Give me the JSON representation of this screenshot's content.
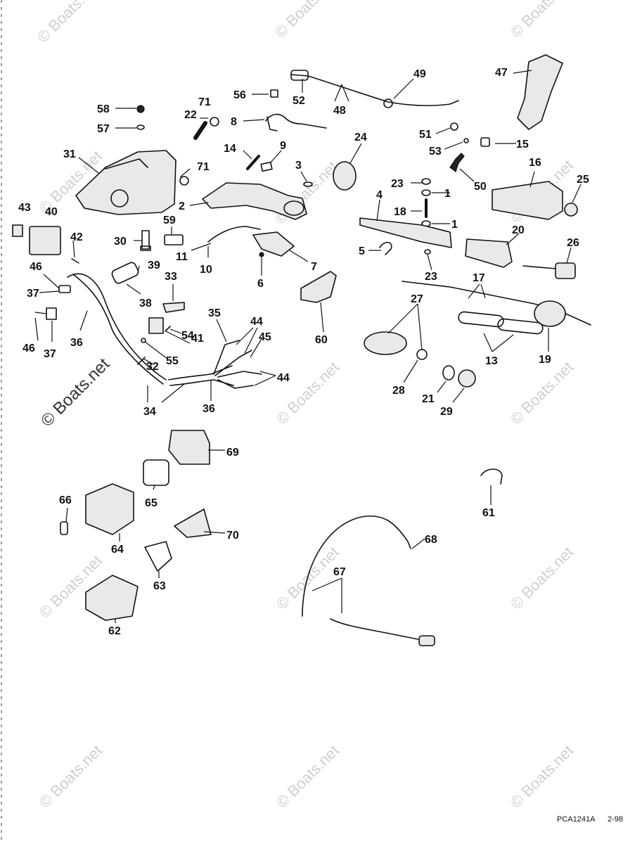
{
  "watermark": "© Boats.net",
  "drawing_code": "PCA1241A",
  "drawing_date": "2-98",
  "part_labels": [
    {
      "id": "l1",
      "text": "1"
    },
    {
      "id": "l1b",
      "text": "1"
    },
    {
      "id": "l2",
      "text": "2"
    },
    {
      "id": "l3",
      "text": "3"
    },
    {
      "id": "l4",
      "text": "4"
    },
    {
      "id": "l5",
      "text": "5"
    },
    {
      "id": "l6",
      "text": "6"
    },
    {
      "id": "l7",
      "text": "7"
    },
    {
      "id": "l8",
      "text": "8"
    },
    {
      "id": "l9",
      "text": "9"
    },
    {
      "id": "l10",
      "text": "10"
    },
    {
      "id": "l11",
      "text": "11"
    },
    {
      "id": "l13",
      "text": "13"
    },
    {
      "id": "l14",
      "text": "14"
    },
    {
      "id": "l15",
      "text": "15"
    },
    {
      "id": "l16",
      "text": "16"
    },
    {
      "id": "l17",
      "text": "17"
    },
    {
      "id": "l18",
      "text": "18"
    },
    {
      "id": "l19",
      "text": "19"
    },
    {
      "id": "l20",
      "text": "20"
    },
    {
      "id": "l21",
      "text": "21"
    },
    {
      "id": "l22",
      "text": "22"
    },
    {
      "id": "l23",
      "text": "23"
    },
    {
      "id": "l23b",
      "text": "23"
    },
    {
      "id": "l24",
      "text": "24"
    },
    {
      "id": "l25",
      "text": "25"
    },
    {
      "id": "l26",
      "text": "26"
    },
    {
      "id": "l27",
      "text": "27"
    },
    {
      "id": "l28",
      "text": "28"
    },
    {
      "id": "l29",
      "text": "29"
    },
    {
      "id": "l30",
      "text": "30"
    },
    {
      "id": "l31",
      "text": "31"
    },
    {
      "id": "l32",
      "text": "32"
    },
    {
      "id": "l33",
      "text": "33"
    },
    {
      "id": "l34",
      "text": "34"
    },
    {
      "id": "l35",
      "text": "35"
    },
    {
      "id": "l36",
      "text": "36"
    },
    {
      "id": "l36b",
      "text": "36"
    },
    {
      "id": "l37",
      "text": "37"
    },
    {
      "id": "l37b",
      "text": "37"
    },
    {
      "id": "l38",
      "text": "38"
    },
    {
      "id": "l39",
      "text": "39"
    },
    {
      "id": "l40",
      "text": "40"
    },
    {
      "id": "l41",
      "text": "41"
    },
    {
      "id": "l42",
      "text": "42"
    },
    {
      "id": "l43",
      "text": "43"
    },
    {
      "id": "l44",
      "text": "44"
    },
    {
      "id": "l44b",
      "text": "44"
    },
    {
      "id": "l45",
      "text": "45"
    },
    {
      "id": "l46",
      "text": "46"
    },
    {
      "id": "l46b",
      "text": "46"
    },
    {
      "id": "l47",
      "text": "47"
    },
    {
      "id": "l48",
      "text": "48"
    },
    {
      "id": "l49",
      "text": "49"
    },
    {
      "id": "l50",
      "text": "50"
    },
    {
      "id": "l51",
      "text": "51"
    },
    {
      "id": "l52",
      "text": "52"
    },
    {
      "id": "l53",
      "text": "53"
    },
    {
      "id": "l54",
      "text": "54"
    },
    {
      "id": "l55",
      "text": "55"
    },
    {
      "id": "l56",
      "text": "56"
    },
    {
      "id": "l57",
      "text": "57"
    },
    {
      "id": "l58",
      "text": "58"
    },
    {
      "id": "l59",
      "text": "59"
    },
    {
      "id": "l60",
      "text": "60"
    },
    {
      "id": "l61",
      "text": "61"
    },
    {
      "id": "l62",
      "text": "62"
    },
    {
      "id": "l63",
      "text": "63"
    },
    {
      "id": "l64",
      "text": "64"
    },
    {
      "id": "l65",
      "text": "65"
    },
    {
      "id": "l66",
      "text": "66"
    },
    {
      "id": "l67",
      "text": "67"
    },
    {
      "id": "l68",
      "text": "68"
    },
    {
      "id": "l69",
      "text": "69"
    },
    {
      "id": "l70",
      "text": "70"
    },
    {
      "id": "l71",
      "text": "71"
    },
    {
      "id": "l71b",
      "text": "71"
    }
  ]
}
